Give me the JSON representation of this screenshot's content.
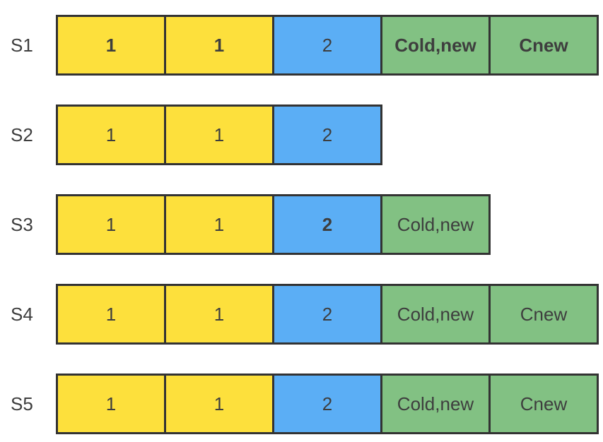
{
  "colors": {
    "yellow": "#FDE03C",
    "blue": "#5BAEF5",
    "green": "#82C183",
    "border": "#333333",
    "text": "#3E3E3E"
  },
  "rows": [
    {
      "label": "S1",
      "cells": [
        {
          "text": "1",
          "color": "yellow",
          "bold": true
        },
        {
          "text": "1",
          "color": "yellow",
          "bold": true
        },
        {
          "text": "2",
          "color": "blue",
          "bold": false
        },
        {
          "text": "Cold,new",
          "color": "green",
          "bold": true
        },
        {
          "text": "Cnew",
          "color": "green",
          "bold": true
        }
      ]
    },
    {
      "label": "S2",
      "cells": [
        {
          "text": "1",
          "color": "yellow",
          "bold": false
        },
        {
          "text": "1",
          "color": "yellow",
          "bold": false
        },
        {
          "text": "2",
          "color": "blue",
          "bold": false
        }
      ]
    },
    {
      "label": "S3",
      "cells": [
        {
          "text": "1",
          "color": "yellow",
          "bold": false
        },
        {
          "text": "1",
          "color": "yellow",
          "bold": false
        },
        {
          "text": "2",
          "color": "blue",
          "bold": true
        },
        {
          "text": "Cold,new",
          "color": "green",
          "bold": false
        }
      ]
    },
    {
      "label": "S4",
      "cells": [
        {
          "text": "1",
          "color": "yellow",
          "bold": false
        },
        {
          "text": "1",
          "color": "yellow",
          "bold": false
        },
        {
          "text": "2",
          "color": "blue",
          "bold": false
        },
        {
          "text": "Cold,new",
          "color": "green",
          "bold": false
        },
        {
          "text": "Cnew",
          "color": "green",
          "bold": false
        }
      ]
    },
    {
      "label": "S5",
      "cells": [
        {
          "text": "1",
          "color": "yellow",
          "bold": false
        },
        {
          "text": "1",
          "color": "yellow",
          "bold": false
        },
        {
          "text": "2",
          "color": "blue",
          "bold": false
        },
        {
          "text": "Cold,new",
          "color": "green",
          "bold": false
        },
        {
          "text": "Cnew",
          "color": "green",
          "bold": false
        }
      ]
    }
  ]
}
